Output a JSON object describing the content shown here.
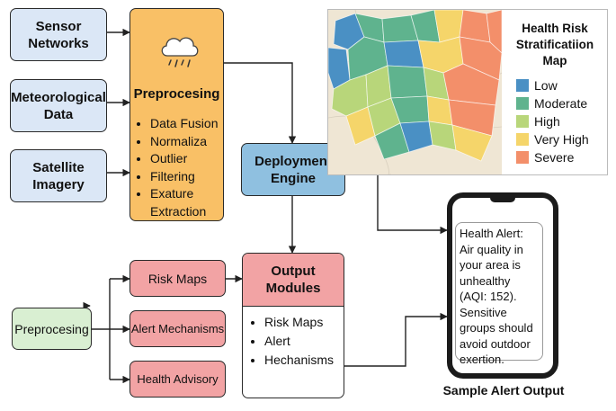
{
  "inputs": [
    {
      "label": "Sensor Networks"
    },
    {
      "label": "Meteorological Data"
    },
    {
      "label": "Satellite Imagery"
    }
  ],
  "preprocessing": {
    "title": "Preprocesing",
    "items": [
      "Data Fusion",
      "Normaliza",
      "Outlier",
      "Filtering",
      "Exature Extraction"
    ],
    "icon": "cloud-rain-icon"
  },
  "deployment": {
    "label": "Deployment Engine"
  },
  "map": {
    "title": "Health Risk Stratificatiion Map",
    "legend": [
      {
        "label": "Low",
        "color": "#4a90c4"
      },
      {
        "label": "Moderate",
        "color": "#5fb38e"
      },
      {
        "label": "High",
        "color": "#b8d67a"
      },
      {
        "label": "Very High",
        "color": "#f5d56a"
      },
      {
        "label": "Severe",
        "color": "#f38f6a"
      }
    ]
  },
  "output_modules": {
    "title": "Output Modules",
    "items": [
      "Risk Maps",
      "Alert",
      "Hechanisms"
    ]
  },
  "submodules": [
    {
      "label": "Risk Maps"
    },
    {
      "label": "Alert Mechanisms"
    },
    {
      "label": "Health Advisory"
    }
  ],
  "preprocessing_small": {
    "label": "Preprocesing"
  },
  "phone": {
    "message": "Health Alert: Air quality in your area is unhealthy (AQI: 152). Sensitive groups should avoid outdoor exertion.",
    "caption": "Sample Alert Output"
  },
  "colors": {
    "input_fill": "#dbe7f6",
    "preprocess_fill": "#f9c066",
    "deployment_fill": "#8fc0e0",
    "output_fill": "#f2a3a4",
    "small_preprocess_fill": "#d9efd2"
  }
}
